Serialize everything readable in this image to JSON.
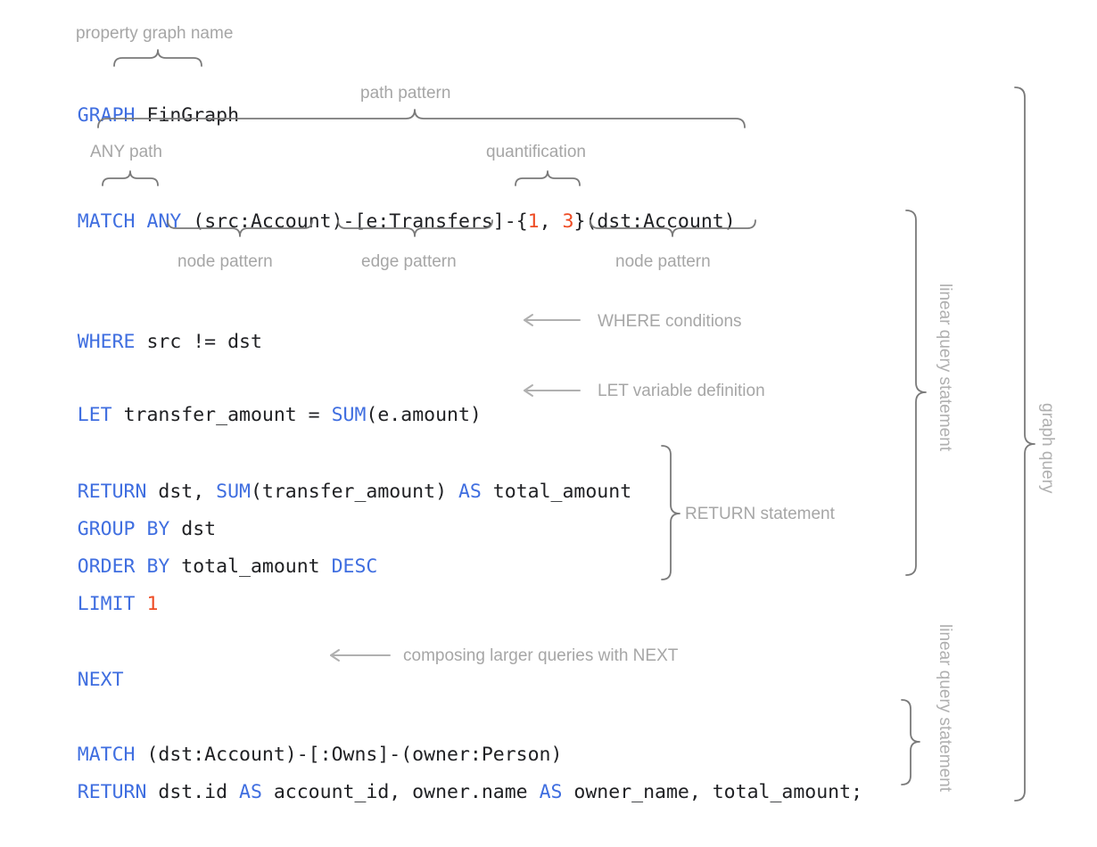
{
  "diagram": {
    "title": "GQL graph query annotated syntax diagram",
    "colors": {
      "keyword": "#3f6ee0",
      "identifier": "#202124",
      "number": "#ee4b23",
      "annotation": "#a6a6a6",
      "brace": "#7a7a7a",
      "background": "#ffffff"
    }
  },
  "code": {
    "lines": [
      {
        "id": "graph-line",
        "tokens": [
          {
            "t": "GRAPH",
            "type": "kw"
          },
          {
            "t": " FinGraph",
            "type": "id"
          }
        ]
      },
      {
        "id": "match-line",
        "tokens": [
          {
            "t": "MATCH",
            "type": "kw"
          },
          {
            "t": " ",
            "type": "id"
          },
          {
            "t": "ANY",
            "type": "kw"
          },
          {
            "t": " (src:Account)-[e:Transfers]-{",
            "type": "id"
          },
          {
            "t": "1",
            "type": "num"
          },
          {
            "t": ", ",
            "type": "id"
          },
          {
            "t": "3",
            "type": "num"
          },
          {
            "t": "}(dst:Account)",
            "type": "id"
          }
        ]
      },
      {
        "id": "where-line",
        "tokens": [
          {
            "t": "WHERE",
            "type": "kw"
          },
          {
            "t": " src != dst",
            "type": "id"
          }
        ]
      },
      {
        "id": "let-line",
        "tokens": [
          {
            "t": "LET",
            "type": "kw"
          },
          {
            "t": " transfer_amount = ",
            "type": "id"
          },
          {
            "t": "SUM",
            "type": "kw"
          },
          {
            "t": "(e.amount)",
            "type": "id"
          }
        ]
      },
      {
        "id": "return-line",
        "tokens": [
          {
            "t": "RETURN",
            "type": "kw"
          },
          {
            "t": " dst, ",
            "type": "id"
          },
          {
            "t": "SUM",
            "type": "kw"
          },
          {
            "t": "(transfer_amount) ",
            "type": "id"
          },
          {
            "t": "AS",
            "type": "kw"
          },
          {
            "t": " total_amount",
            "type": "id"
          }
        ]
      },
      {
        "id": "group-line",
        "tokens": [
          {
            "t": "GROUP BY",
            "type": "kw"
          },
          {
            "t": " dst",
            "type": "id"
          }
        ]
      },
      {
        "id": "order-line",
        "tokens": [
          {
            "t": "ORDER BY",
            "type": "kw"
          },
          {
            "t": " total_amount ",
            "type": "id"
          },
          {
            "t": "DESC",
            "type": "kw"
          }
        ]
      },
      {
        "id": "limit-line",
        "tokens": [
          {
            "t": "LIMIT",
            "type": "kw"
          },
          {
            "t": " ",
            "type": "id"
          },
          {
            "t": "1",
            "type": "num"
          }
        ]
      },
      {
        "id": "next-line",
        "tokens": [
          {
            "t": "NEXT",
            "type": "kw"
          }
        ]
      },
      {
        "id": "match2-line",
        "tokens": [
          {
            "t": "MATCH",
            "type": "kw"
          },
          {
            "t": " (dst:Account)-[:Owns]-(owner:Person)",
            "type": "id"
          }
        ]
      },
      {
        "id": "return2-line",
        "tokens": [
          {
            "t": "RETURN",
            "type": "kw"
          },
          {
            "t": " dst.id ",
            "type": "id"
          },
          {
            "t": "AS",
            "type": "kw"
          },
          {
            "t": " account_id, owner.name ",
            "type": "id"
          },
          {
            "t": "AS",
            "type": "kw"
          },
          {
            "t": " owner_name, total_amount;",
            "type": "id"
          }
        ]
      }
    ]
  },
  "annotations": {
    "property_graph_name": "property graph name",
    "path_pattern": "path pattern",
    "any_path": "ANY path",
    "quantification": "quantification",
    "node_pattern_left": "node pattern",
    "edge_pattern": "edge pattern",
    "node_pattern_right": "node pattern",
    "where_conditions": "WHERE conditions",
    "let_variable_definition": "LET variable definition",
    "return_statement": "RETURN statement",
    "composing_next": "composing larger queries with NEXT",
    "linear_query_statement_1": "linear query statement",
    "linear_query_statement_2": "linear query statement",
    "graph_query": "graph query"
  }
}
